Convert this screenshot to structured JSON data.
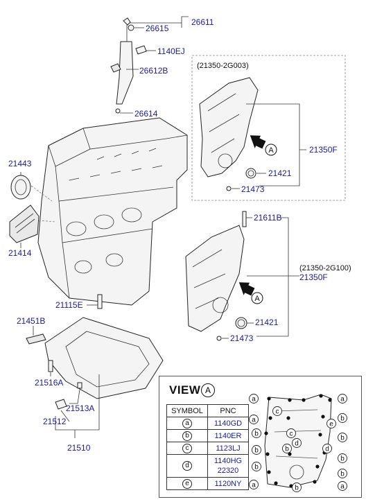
{
  "parts": {
    "p26611": "26611",
    "p26615": "26615",
    "p1140EJ": "1140EJ",
    "p26612B": "26612B",
    "p26614": "26614",
    "p21443": "21443",
    "p21414": "21414",
    "p21115E": "21115E",
    "p21451B": "21451B",
    "p21516A": "21516A",
    "p21513A": "21513A",
    "p21512": "21512",
    "p21510": "21510",
    "p21611B": "21611B",
    "p21421_top": "21421",
    "p21473_top": "21473",
    "p21350F_top": "21350F",
    "p21421_bot": "21421",
    "p21473_bot": "21473",
    "p21350F_bot": "21350F"
  },
  "callouts": {
    "variant_top": "(21350-2G003)",
    "variant_bot": "(21350-2G100)",
    "arrow_letter": "A"
  },
  "view": {
    "title": "VIEW",
    "letter": "A",
    "table_header": [
      "SYMBOL",
      "PNC"
    ],
    "rows": [
      {
        "symbol": "a",
        "pnc": [
          "1140GD"
        ]
      },
      {
        "symbol": "b",
        "pnc": [
          "1140ER"
        ]
      },
      {
        "symbol": "c",
        "pnc": [
          "1123LJ"
        ]
      },
      {
        "symbol": "d",
        "pnc": [
          "1140HG",
          "22320"
        ]
      },
      {
        "symbol": "e",
        "pnc": [
          "1120NY"
        ]
      }
    ]
  }
}
